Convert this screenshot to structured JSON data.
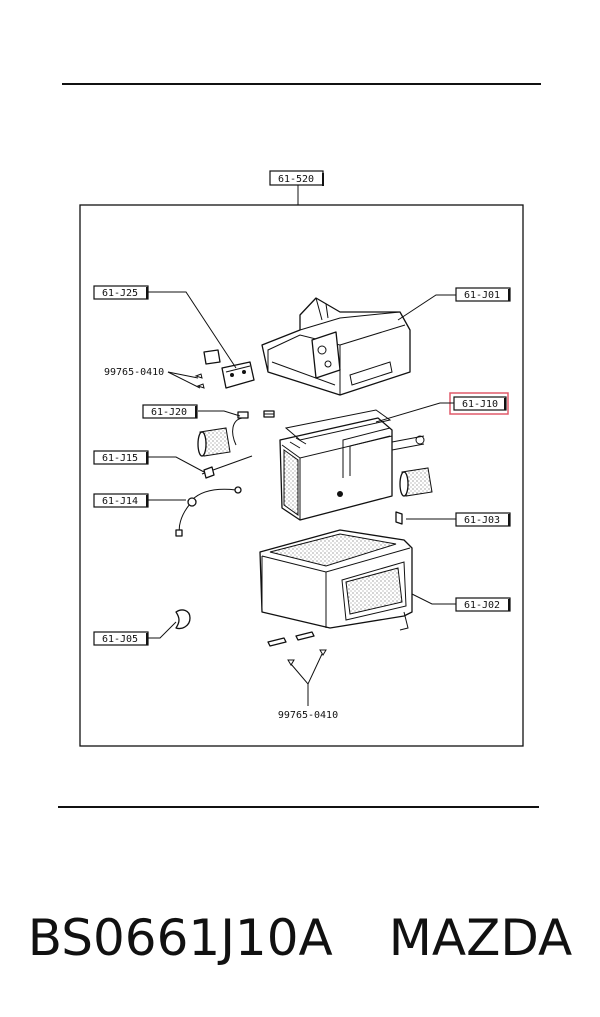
{
  "diagram": {
    "assembly_label": "61-520",
    "callouts": {
      "j25": "61-J25",
      "j01": "61-J01",
      "j10": "61-J10",
      "j20": "61-J20",
      "j15": "61-J15",
      "j14": "61-J14",
      "j03": "61-J03",
      "j02": "61-J02",
      "j05": "61-J05"
    },
    "screw_part_top": "99765-0410",
    "screw_part_bottom": "99765-0410",
    "highlight_color": "#e05a6a"
  },
  "caption": {
    "part_number": "BS0661J10A",
    "brand": "MAZDA"
  }
}
